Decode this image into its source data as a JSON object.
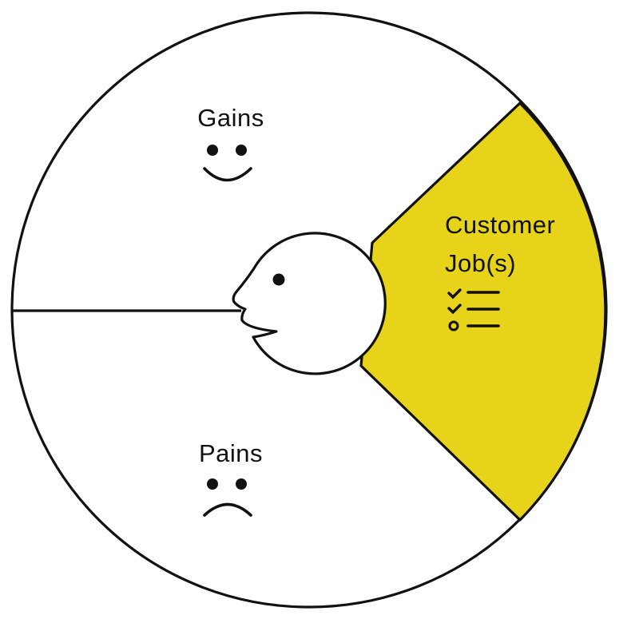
{
  "segments": {
    "gains": {
      "label": "Gains",
      "icon": "smiley-face-icon"
    },
    "pains": {
      "label": "Pains",
      "icon": "frowning-face-icon"
    },
    "customer_jobs": {
      "label_line1": "Customer",
      "label_line2": "Job(s)",
      "icon": "checklist-icon",
      "fill_color": "#E6D31A"
    }
  },
  "center": {
    "icon": "customer-head-icon"
  },
  "colors": {
    "stroke": "#111111",
    "background": "#FFFFFF",
    "highlight": "#E6D31A"
  }
}
